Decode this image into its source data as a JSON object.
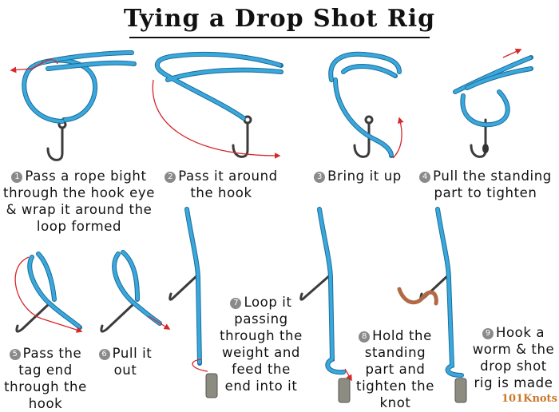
{
  "title": "Tying a Drop Shot Rig",
  "steps": [
    {
      "n": "1",
      "text": "Pass a rope bight through the hook eye & wrap it around the loop formed"
    },
    {
      "n": "2",
      "text": "Pass it around the hook"
    },
    {
      "n": "3",
      "text": "Bring it up"
    },
    {
      "n": "4",
      "text": "Pull the standing part to tighten"
    },
    {
      "n": "5",
      "text": "Pass the tag end through the hook"
    },
    {
      "n": "6",
      "text": "Pull it out"
    },
    {
      "n": "7",
      "text": "Loop it passing through the weight and feed the end into it"
    },
    {
      "n": "8",
      "text": "Hold the standing part and tighten the knot"
    },
    {
      "n": "9",
      "text": "Hook a worm & the drop shot rig is made"
    }
  ],
  "logo": {
    "number": "101",
    "word": "Knots"
  },
  "colors": {
    "rope": "#3aa8dd",
    "rope_dark": "#1d6f9a",
    "arrow": "#d7262c",
    "hook": "#3b3b3b",
    "worm": "#b06a45",
    "weight": "#8c8c80"
  }
}
